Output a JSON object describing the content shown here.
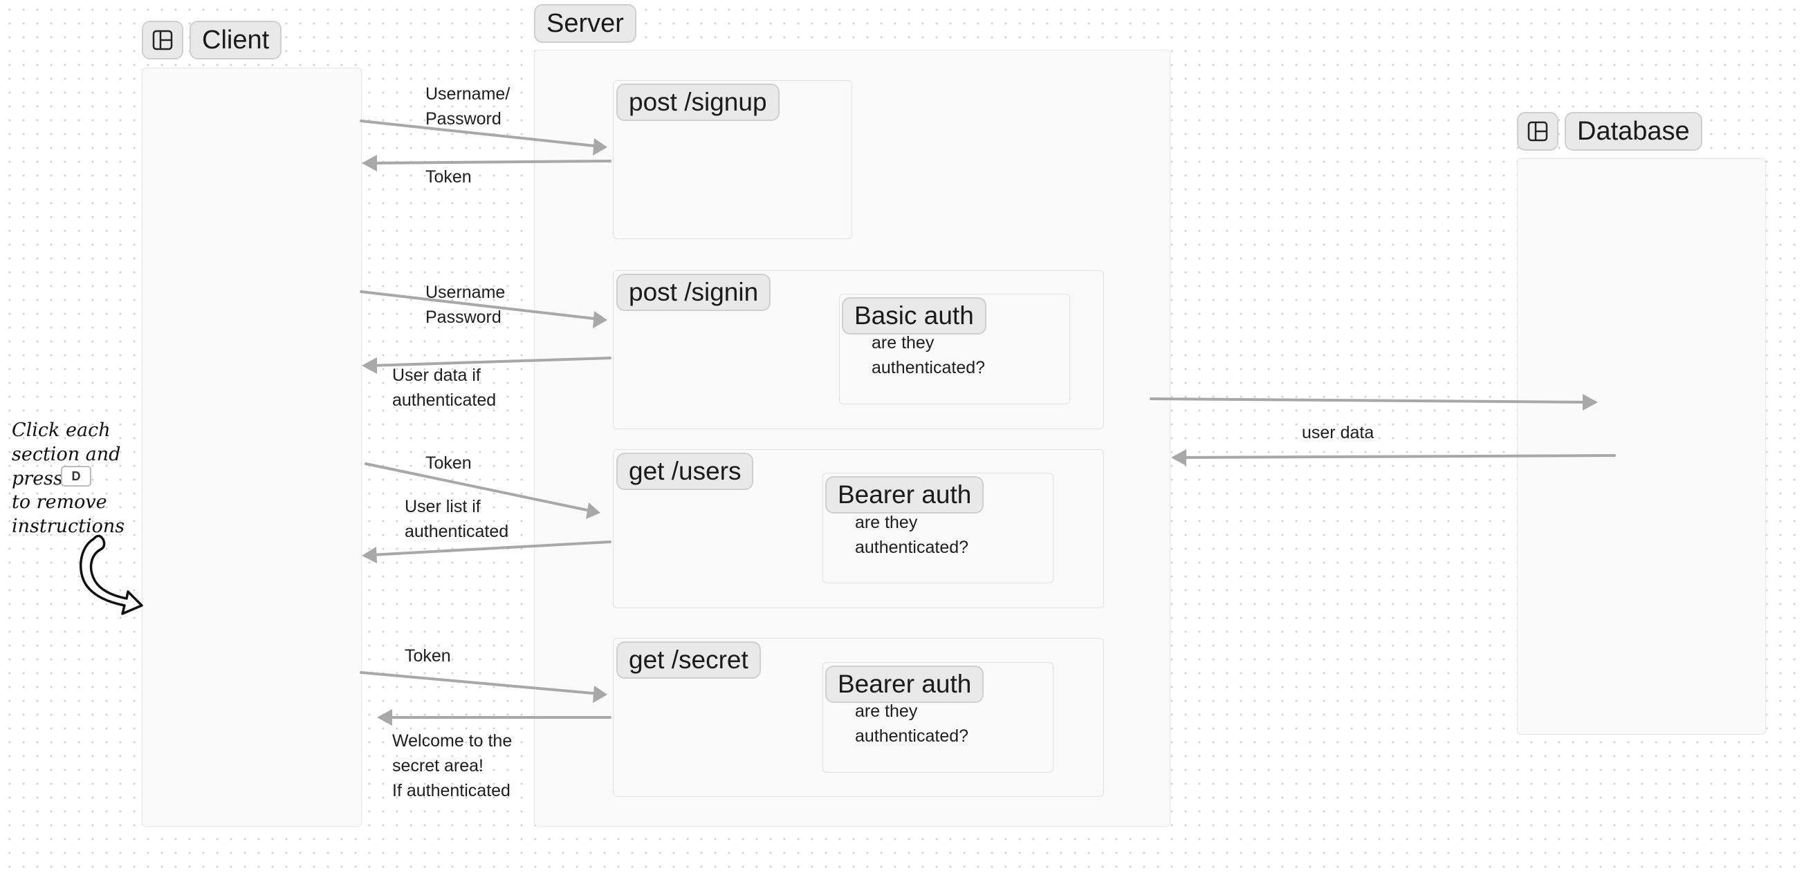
{
  "frames": {
    "client": "Client",
    "server": "Server",
    "database": "Database"
  },
  "endpoints": {
    "signup": "post /signup",
    "signin": "post /signin",
    "users": "get /users",
    "secret": "get /secret"
  },
  "auth": {
    "basic": {
      "title": "Basic auth",
      "text": "are they\nauthenticated?"
    },
    "bearer_users": {
      "title": "Bearer auth",
      "text": "are they\nauthenticated?"
    },
    "bearer_secret": {
      "title": "Bearer auth",
      "text": "are they\nauthenticated?"
    }
  },
  "arrow_labels": {
    "signup_request": "Username/\nPassword",
    "signup_response": "Token",
    "signin_request": "Username\nPassword",
    "signin_response": "User data if\nauthenticated",
    "users_request": "Token",
    "users_response": "User list if\nauthenticated",
    "secret_request": "Token",
    "secret_response": "Welcome to the\nsecret area!\nIf authenticated",
    "db_response": "user data"
  },
  "instructions": {
    "line1": "Click each",
    "line2": "section and",
    "line3": "press",
    "key": "D",
    "line4": "to remove",
    "line5": "instructions"
  },
  "icons": {
    "frame_toggle": "layout-panel-icon",
    "instruction_arrow": "curved-arrow-icon"
  },
  "colors": {
    "arrow": "#a8a8a8",
    "chip_bg": "#e9e9e9",
    "panel_bg": "#fafafa"
  }
}
